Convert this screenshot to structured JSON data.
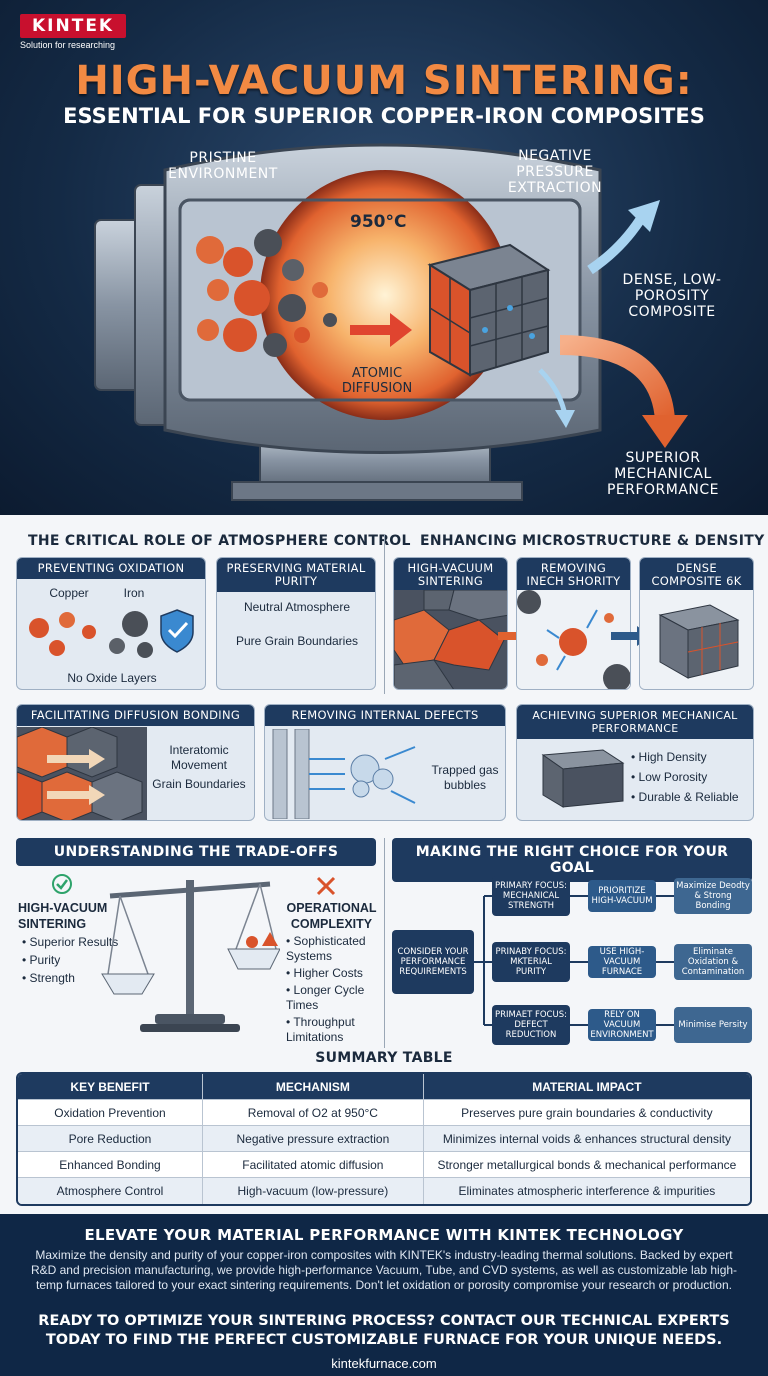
{
  "brand": {
    "logo": "KINTEK",
    "tagline": "Solution for researching"
  },
  "hero": {
    "title": "HIGH-VACUUM SINTERING:",
    "subtitle": "ESSENTIAL FOR SUPERIOR COPPER-IRON COMPOSITES",
    "label_pristine": "PRISTINE ENVIRONMENT",
    "label_negative": "NEGATIVE PRESSURE EXTRACTION",
    "label_temp": "950°C",
    "label_dense": "DENSE, LOW-POROSITY COMPOSITE",
    "label_diffusion": "ATOMIC DIFFUSION",
    "label_superior": "SUPERIOR MECHANICAL PERFORMANCE"
  },
  "atmosphere": {
    "title": "THE CRITICAL ROLE OF ATMOSPHERE CONTROL",
    "oxidation": {
      "head": "PREVENTING OXIDATION",
      "copper": "Copper",
      "iron": "Iron",
      "caption": "No Oxide Layers"
    },
    "purity": {
      "head": "PRESERVING MATERIAL PURITY",
      "line1": "Neutral Atmosphere",
      "line2": "Pure Grain Boundaries"
    },
    "diffusion": {
      "head": "FACILITATING DIFFUSION BONDING",
      "line1": "Interatomic Movement",
      "line2": "Grain Boundaries"
    },
    "defects": {
      "head": "REMOVING INTERNAL DEFECTS",
      "line1": "Trapped gas bubbles"
    }
  },
  "microstructure": {
    "title": "ENHANCING MICROSTRUCTURE & DENSITY",
    "card1": "HIGH-VACUUM SINTERING",
    "card2": "REMOVING INECH SHORITY",
    "card3": "DENSE COMPOSITE 6K",
    "performance": {
      "head": "ACHIEVING SUPERIOR MECHANICAL PERFORMANCE",
      "items": [
        "High Density",
        "Low Porosity",
        "Durable & Reliable"
      ]
    }
  },
  "tradeoffs": {
    "title": "UNDERSTANDING THE TRADE-OFFS",
    "left_head": "HIGH-VACUUM SINTERING",
    "left_items": [
      "Superior Results",
      "Purity",
      "Strength"
    ],
    "right_head": "OPERATIONAL COMPLEXITY",
    "right_items": [
      "Sophisticated Systems",
      "Higher Costs",
      "Longer Cycle Times",
      "Throughput Limitations"
    ]
  },
  "choice": {
    "title": "MAKING THE RIGHT CHOICE FOR YOUR GOAL",
    "start": "CONSIDER YOUR PERFORMANCE REQUIREMENTS",
    "rows": [
      {
        "focus": "PRIMARY FOCUS: MECHANICAL STRENGTH",
        "action": "PRIORITIZE HIGH-VACUUM",
        "result": "Maximize Deodty & Strong Bonding"
      },
      {
        "focus": "PRINABY FOCUS: MKTERIAL PURITY",
        "action": "USE HIGH-VACUUM FURNACE",
        "result": "Eliminate Oxidation & Contamination"
      },
      {
        "focus": "PRIMAET FOCUS: DEFECT REDUCTION",
        "action": "RELY ON VACUUM ENVIRONMENT",
        "result": "Minimise Persity"
      }
    ]
  },
  "summary": {
    "title": "SUMMARY TABLE",
    "headers": [
      "KEY BENEFIT",
      "MECHANISM",
      "MATERIAL IMPACT"
    ],
    "rows": [
      [
        "Oxidation Prevention",
        "Removal of O2 at 950°C",
        "Preserves pure grain boundaries & conductivity"
      ],
      [
        "Pore Reduction",
        "Negative pressure extraction",
        "Minimizes internal voids & enhances structural density"
      ],
      [
        "Enhanced Bonding",
        "Facilitated atomic diffusion",
        "Stronger metallurgical bonds & mechanical performance"
      ],
      [
        "Atmosphere Control",
        "High-vacuum (low-pressure)",
        "Eliminates atmospheric interference & impurities"
      ]
    ]
  },
  "footer": {
    "title": "ELEVATE YOUR MATERIAL PERFORMANCE WITH KINTEK TECHNOLOGY",
    "body": "Maximize the density and purity of your copper-iron composites with KINTEK's industry-leading thermal solutions. Backed by expert R&D and precision manufacturing, we provide high-performance Vacuum, Tube, and CVD systems, as well as customizable lab high-temp furnaces tailored to your exact sintering requirements. Don't let oxidation or porosity compromise your research or production.",
    "cta": "READY TO OPTIMIZE YOUR SINTERING PROCESS? CONTACT OUR TECHNICAL EXPERTS TODAY TO FIND THE PERFECT CUSTOMIZABLE FURNACE FOR YOUR UNIQUE NEEDS.",
    "url": "kintekfurnace.com"
  },
  "colors": {
    "navy": "#1e3a5f",
    "orange": "#f28a43",
    "brand_red": "#c8102e",
    "copper": "#d9532b"
  }
}
